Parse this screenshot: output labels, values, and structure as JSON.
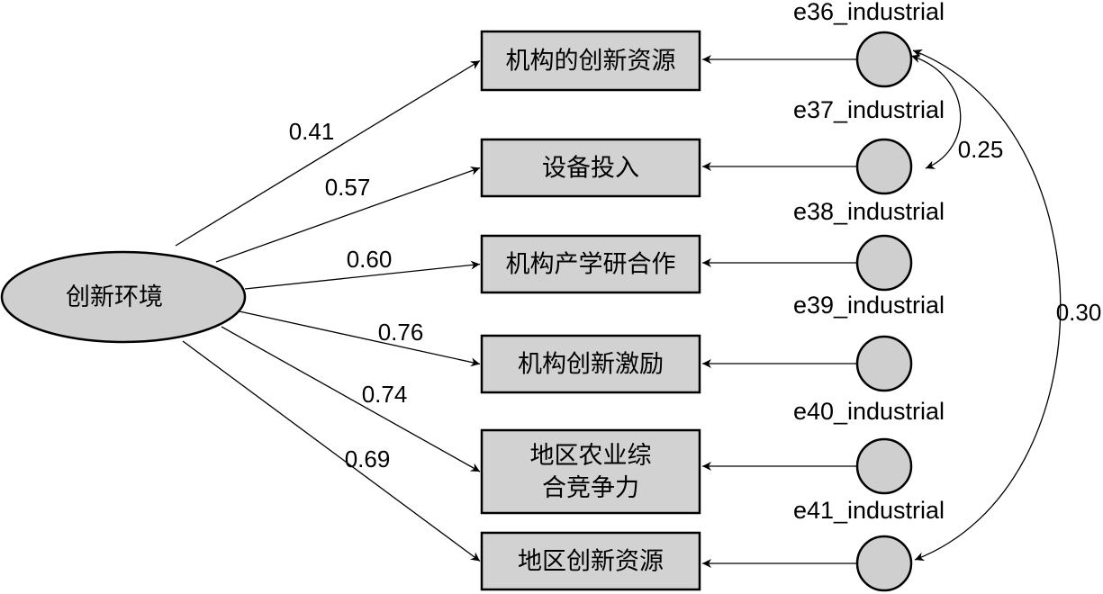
{
  "latent": {
    "label": "创新环境"
  },
  "indicators": [
    {
      "lines": [
        "机构的创新资源"
      ],
      "loading": "0.41",
      "error": "e36_industrial"
    },
    {
      "lines": [
        "设备投入"
      ],
      "loading": "0.57",
      "error": "e37_industrial"
    },
    {
      "lines": [
        "机构产学研合作"
      ],
      "loading": "0.60",
      "error": "e38_industrial"
    },
    {
      "lines": [
        "机构创新激励"
      ],
      "loading": "0.76",
      "error": "e39_industrial"
    },
    {
      "lines": [
        "地区农业综",
        "合竞争力"
      ],
      "loading": "0.74",
      "error": "e40_industrial"
    },
    {
      "lines": [
        "地区创新资源"
      ],
      "loading": "0.69",
      "error": "e41_industrial"
    }
  ],
  "covariances": [
    {
      "from": "e36_industrial",
      "to": "e37_industrial",
      "value": "0.25"
    },
    {
      "from": "e36_industrial",
      "to": "e41_industrial",
      "value": "0.30"
    }
  ],
  "colors": {
    "node_fill": "#d2d2d2",
    "stroke": "#000000"
  }
}
